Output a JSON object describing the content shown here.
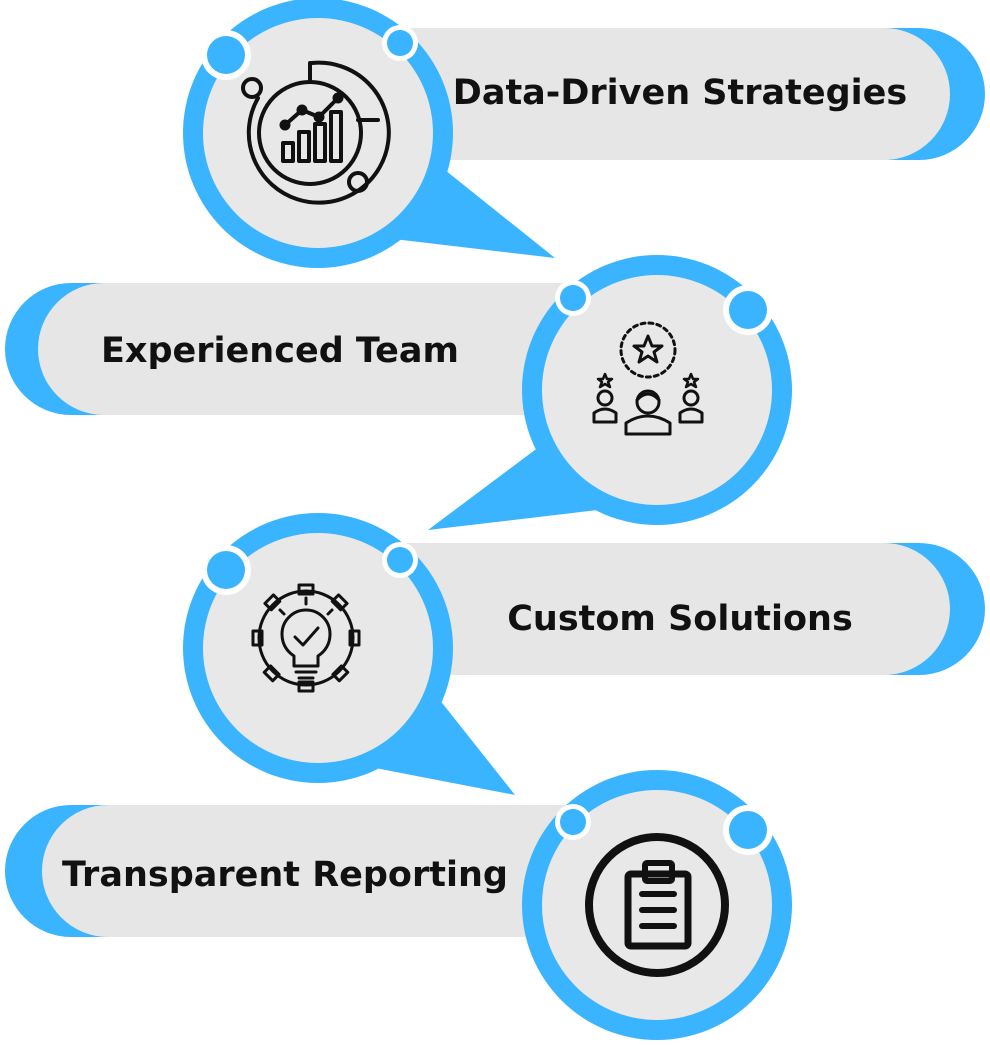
{
  "colors": {
    "accent": "#3AB4FE",
    "pill": "#E6E6E6",
    "circle": "#E8E8E8",
    "icon": "#111111",
    "text": "#111111"
  },
  "items": [
    {
      "label": "Data-Driven Strategies",
      "icon": "analytics-chart-icon"
    },
    {
      "label": "Experienced Team",
      "icon": "team-star-icon"
    },
    {
      "label": "Custom Solutions",
      "icon": "gear-lightbulb-icon"
    },
    {
      "label": "Transparent Reporting",
      "icon": "clipboard-icon"
    }
  ]
}
